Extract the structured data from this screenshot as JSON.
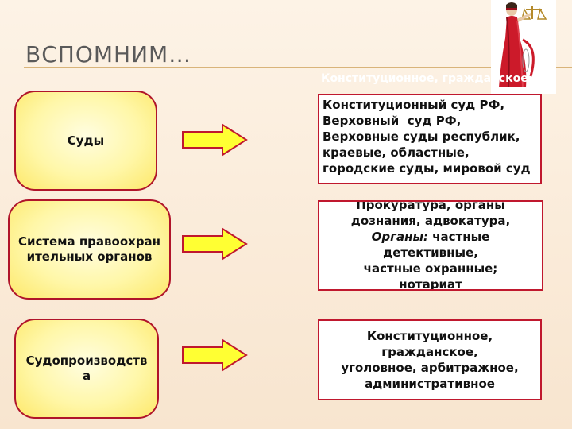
{
  "title": "ВСПОМНИМ…",
  "ghost_text": "Конституционное, гражданское",
  "left_items": [
    {
      "label": "Суды"
    },
    {
      "label": "Система правоохранительных органов"
    },
    {
      "label": "Судопроизводства"
    }
  ],
  "right_boxes": [
    {
      "lines": [
        "Конституционный суд РФ,",
        "Верховный  суд РФ,",
        "Верховные суды республик,",
        "краевые, областные,",
        "городские суды, мировой суд"
      ]
    },
    {
      "lines": [
        "Прокуратура, органы",
        "дознания, адвокатура,",
        "частные",
        "детективные,",
        "частные охранные;",
        "нотариат"
      ],
      "underlined_prefix": "Органы:"
    },
    {
      "lines": [
        "Конституционное,",
        "гражданское,",
        "уголовное, арбитражное,",
        "административное"
      ]
    }
  ],
  "colors": {
    "arrow_fill": "#ffff33",
    "arrow_stroke": "#c0182e",
    "box_border": "#c0182e"
  },
  "icons": {
    "justice": "lady-justice-picture"
  }
}
